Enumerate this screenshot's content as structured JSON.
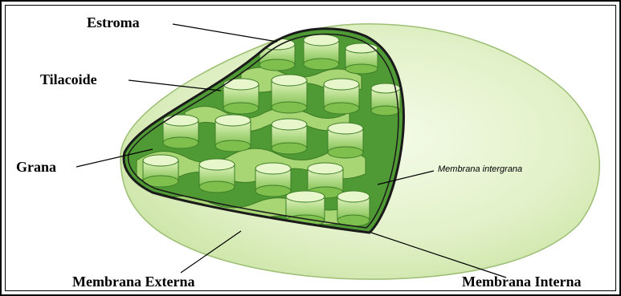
{
  "labels": {
    "estroma": "Estroma",
    "tilacoide": "Tilacoide",
    "grana": "Grana",
    "membrana_intergrana": "Membrana intergrana",
    "membrana_externa": "Membrana Externa",
    "membrana_interna": "Membrana Interna"
  },
  "colors": {
    "outer_body": "#d7ecb4",
    "stroma_dark": "#4f9a34",
    "stack_light": "#cbe79a",
    "stack_mid": "#8cc45a",
    "membrane": "#1a1a1a"
  }
}
